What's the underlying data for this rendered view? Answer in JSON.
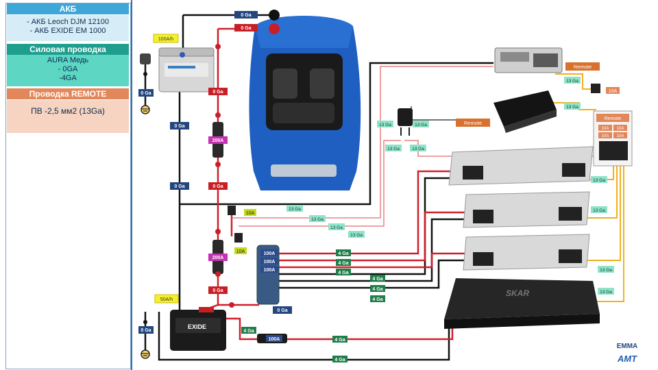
{
  "sidebar": {
    "battery_header": "АКБ",
    "battery_line1": "- АКБ Leoch DJM 12100",
    "battery_line2": "- АКБ EXIDE EM 1000",
    "power_header": "Силовая проводка",
    "power_line1": "AURA Медь",
    "power_line2": "- 0GA",
    "power_line3": "-4GA",
    "remote_header": "Проводка REMOTE",
    "remote_line1": "ПВ -2,5 мм2 (13Ga)"
  },
  "diagram": {
    "battery1_rating": "100A/h",
    "battery2_rating": "50A/h",
    "battery2_brand": "EXIDE",
    "fuse_200a": "200A",
    "fuse_100a": "100A",
    "fuse_10a": "10A",
    "remote_label": "Remote",
    "wire_0ga": "0 Ga",
    "wire_4ga": "4 Ga",
    "wire_13ga": "13 Ga",
    "amp_brand": "SKAR",
    "logo_top": "EMMA",
    "logo_bottom": "AMT"
  }
}
